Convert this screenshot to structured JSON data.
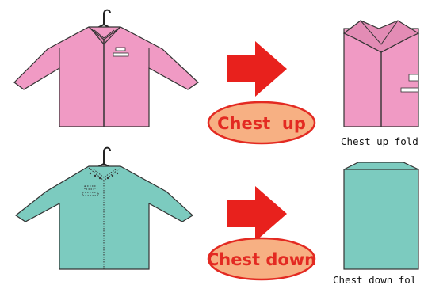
{
  "figure": {
    "rows": [
      {
        "button_label": "Chest  up",
        "caption": "Chest up fold",
        "shirt_color": "#f09ac4",
        "button_fill": "#f7b083"
      },
      {
        "button_label": "Chest down",
        "caption": "Chest down fol",
        "shirt_color": "#7ccbbf",
        "button_fill": "#f7b083"
      }
    ],
    "colors": {
      "arrow": "#e8211d",
      "outline": "#333333",
      "pill_border": "#e32a22"
    }
  }
}
